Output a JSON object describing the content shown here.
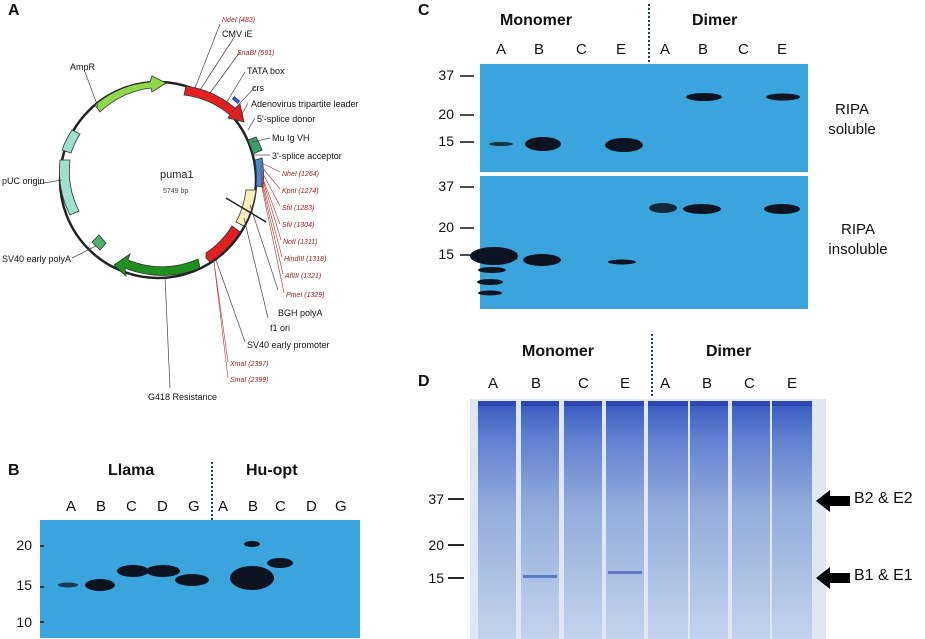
{
  "panel_a": {
    "letter": "A",
    "plasmid_name": "puma1",
    "plasmid_size": "5749 bp",
    "features": {
      "ampr": "AmpR",
      "puc": "pUC origin",
      "sv40pa": "SV40 early polyA",
      "g418": "G418 Resistance",
      "cmv": "CMV iE",
      "tata": "TATA box",
      "crs": "crs",
      "adeno": "Adenovirus tripartite leader",
      "splice5": "5'-splice donor",
      "muigvh": "Mu Ig VH",
      "splice3": "3'-splice acceptor",
      "bgh": "BGH polyA",
      "f1": "f1 ori",
      "sv40p": "SV40 early promoter"
    },
    "sites": {
      "ndei": "NdeI (483)",
      "snabi": "SnaBI (591)",
      "nhei": "NheI (1264)",
      "kpni": "KpnI (1274)",
      "sfii1": "SfiI (1283)",
      "sfii2": "SfiI (1304)",
      "noti": "NotI (1311)",
      "hindiii": "HindIII (1318)",
      "afliii": "AflIII (1321)",
      "pmei": "PmeI (1329)",
      "xmai": "XmaI (2397)",
      "smai": "SmaI (2399)"
    }
  },
  "panel_b": {
    "letter": "B",
    "group1": "Llama",
    "group2": "Hu-opt",
    "lanes": [
      "A",
      "B",
      "C",
      "D",
      "G",
      "A",
      "B",
      "C",
      "D",
      "G"
    ],
    "mw": [
      "20",
      "15",
      "10"
    ]
  },
  "panel_c": {
    "letter": "C",
    "group1": "Monomer",
    "group2": "Dimer",
    "lanes": [
      "A",
      "B",
      "C",
      "E",
      "A",
      "B",
      "C",
      "E"
    ],
    "mw_top": [
      "37",
      "20",
      "15"
    ],
    "mw_bottom": [
      "37",
      "20",
      "15"
    ],
    "label_top_1": "RIPA",
    "label_top_2": "soluble",
    "label_bottom_1": "RIPA",
    "label_bottom_2": "insoluble"
  },
  "panel_d": {
    "letter": "D",
    "group1": "Monomer",
    "group2": "Dimer",
    "lanes": [
      "A",
      "B",
      "C",
      "E",
      "A",
      "B",
      "C",
      "E"
    ],
    "mw": [
      "37",
      "20",
      "15"
    ],
    "arrow1": "B2 & E2",
    "arrow2": "B1 & E1"
  },
  "colors": {
    "blot_blue": "#3aa4dc",
    "gel_bg": "#c9d8ee",
    "gel_band": "#3a63c4",
    "divider": "#1f3a7a"
  }
}
